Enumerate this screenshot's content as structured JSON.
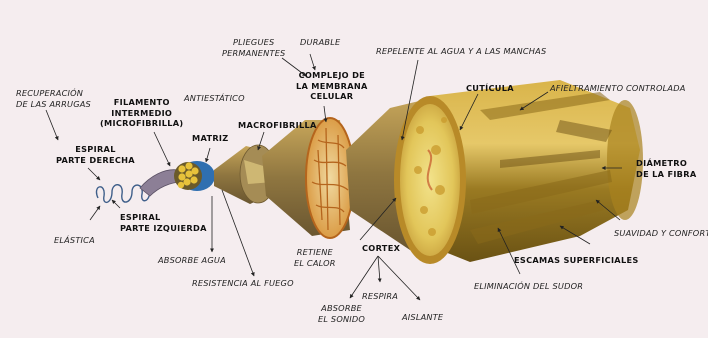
{
  "diagram": {
    "labels": {
      "pliegues": "PLIEGUES\nPERMANENTES",
      "durable": "DURABLE",
      "repelente": "REPELENTE AL AGUA Y A LAS MANCHAS",
      "complejo": "COMPLEJO DE\nLA MEMBRANA\nCELULAR",
      "recuperacion": "RECUPERACIÓN\nDE LAS ARRUGAS",
      "filamento": "FILAMENTO\nINTERMEDIO\n(MICROFIBRILLA)",
      "antiestatico": "ANTIESTÁTICO",
      "cuticula": "CUTÍCULA",
      "afieltramiento": "AFIELTRAMIENTO CONTROLADA",
      "macrofibrilla": "MACROFIBRILLA",
      "espiral_derecha": "ESPIRAL\nPARTE DERECHA",
      "matriz": "MATRIZ",
      "diametro": "DIÁMETRO\nDE LA FIBRA",
      "espiral_izquierda": "ESPIRAL\nPARTE IZQUIERDA",
      "elastica": "ELÁSTICA",
      "suavidad": "SUAVIDAD Y CONFORT",
      "retiene": "RETIENE\nEL CALOR",
      "cortex": "CORTEX",
      "absorbe_agua": "ABSORBE AGUA",
      "escamas": "ESCAMAS SUPERFICIALES",
      "resistencia": "RESISTENCIA AL FUEGO",
      "eliminacion": "ELIMINACIÓN DEL SUDOR",
      "respira": "RESPIRA",
      "absorbe_sonido": "ABSORBE\nEL SONIDO",
      "aislante": "AISLANTE"
    }
  }
}
